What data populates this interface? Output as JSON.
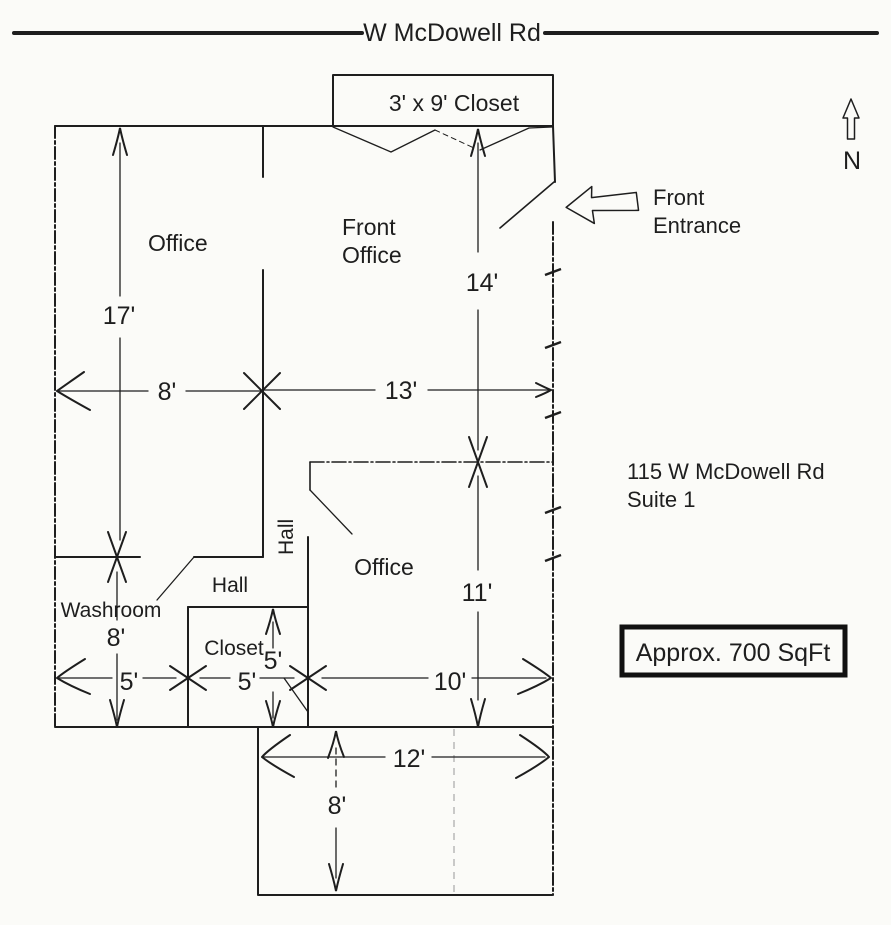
{
  "colors": {
    "paper": "#fbfbf8",
    "ink": "#1e1e1e",
    "faint_line": "#a8a8a8"
  },
  "street": {
    "label": "W McDowell Rd"
  },
  "compass": {
    "label": "N",
    "icon": "north-up-arrow-outline"
  },
  "entrance": {
    "line1": "Front",
    "line2": "Entrance",
    "icon": "left-arrow-outline"
  },
  "address": {
    "line1": "115 W McDowell Rd",
    "line2": "Suite 1"
  },
  "area_badge": {
    "label": "Approx. 700 SqFt"
  },
  "rooms": {
    "top_closet": "3' x 9' Closet",
    "office_left": "Office",
    "front_office_line1": "Front",
    "front_office_line2": "Office",
    "office_middle": "Office",
    "washroom": "Washroom",
    "hall_vertical": "Hall",
    "hall_horizontal": "Hall",
    "closet": "Closet"
  },
  "dimensions": {
    "office_left_height": "17'",
    "office_left_width": "8'",
    "front_office_width": "13'",
    "front_office_height": "14'",
    "office_middle_height": "11'",
    "office_middle_width": "10'",
    "washroom_height": "8'",
    "washroom_width": "5'",
    "closet_width": "5'",
    "closet_height": "5'",
    "back_room_width": "12'",
    "back_room_height": "8'"
  }
}
